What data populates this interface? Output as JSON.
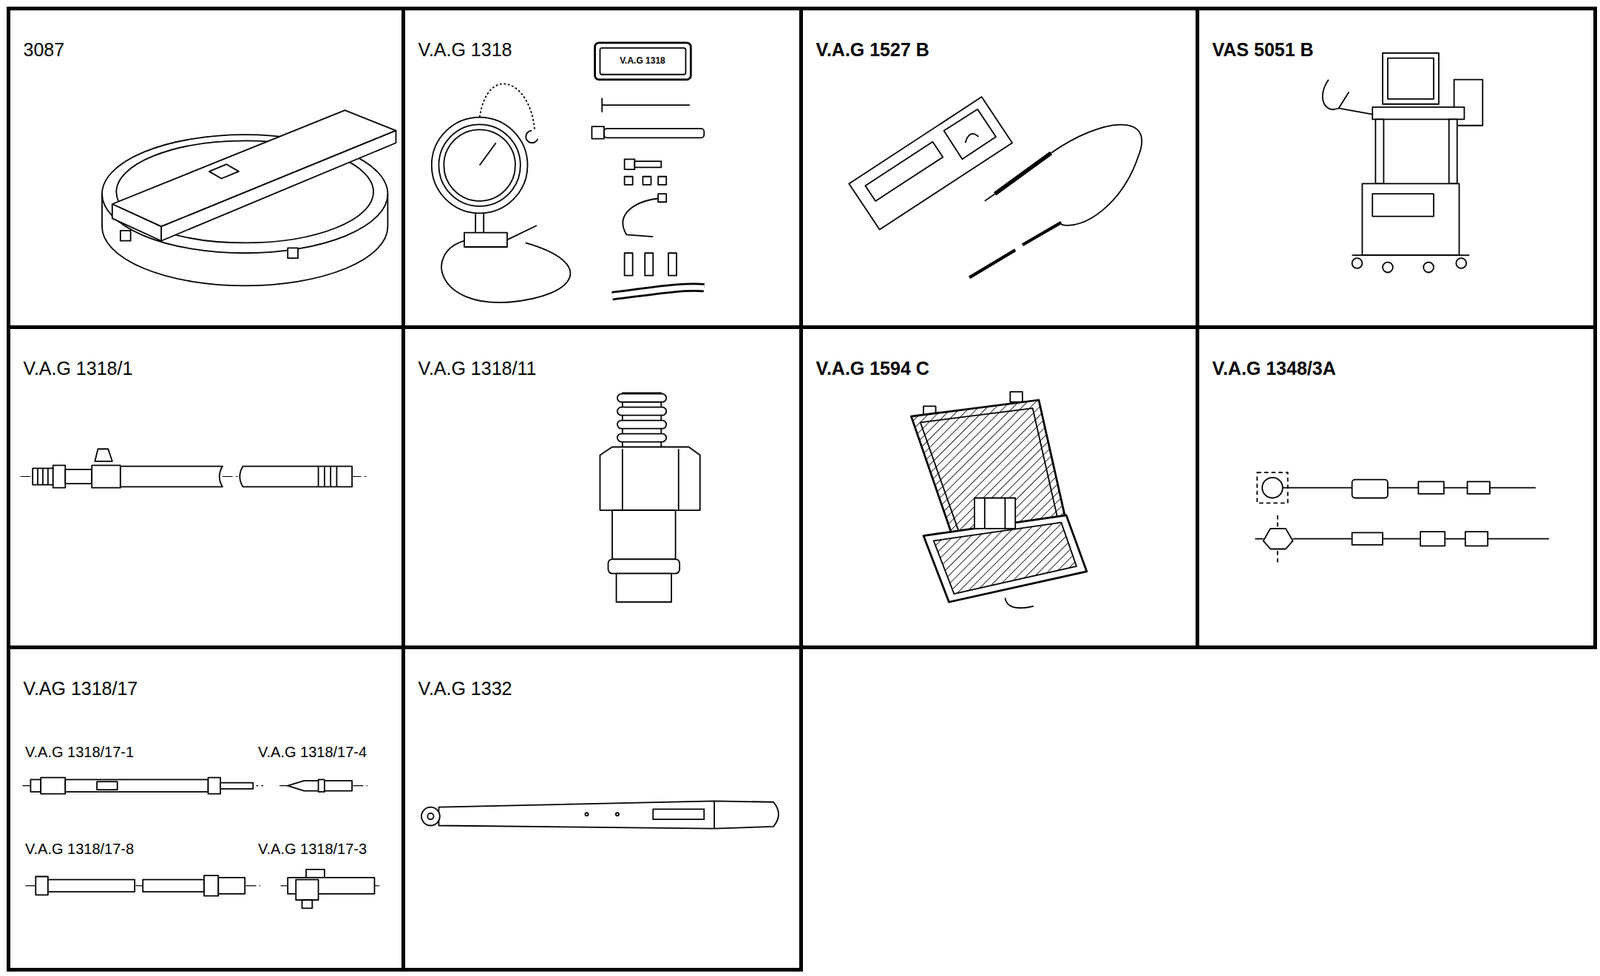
{
  "diagram": {
    "nodes": [
      {
        "text": [
          "3087"
        ]
      },
      {
        "text": [
          "V.A.G 1318"
        ]
      },
      {
        "text": [
          "V.A.G 1527 B"
        ]
      },
      {
        "text": [
          "VAS 5051 B"
        ]
      },
      {
        "text": [
          "V.A.G 1318/1"
        ]
      },
      {
        "text": [
          "V.A.G 1318/11"
        ]
      },
      {
        "text": [
          "V.A.G 1594 C"
        ]
      },
      {
        "text": [
          "V.A.G 1348/3A"
        ]
      },
      {
        "text": [
          "V.AG 1318/17"
        ]
      },
      {
        "text": [
          "V.A.G 1332"
        ]
      }
    ],
    "labels": [
      "V.A.G 1318",
      "V.A.G 1318/17-1",
      "V.A.G 1318/17-4",
      "V.A.G 1318/17-8",
      "V.A.G 1318/17-3"
    ]
  }
}
